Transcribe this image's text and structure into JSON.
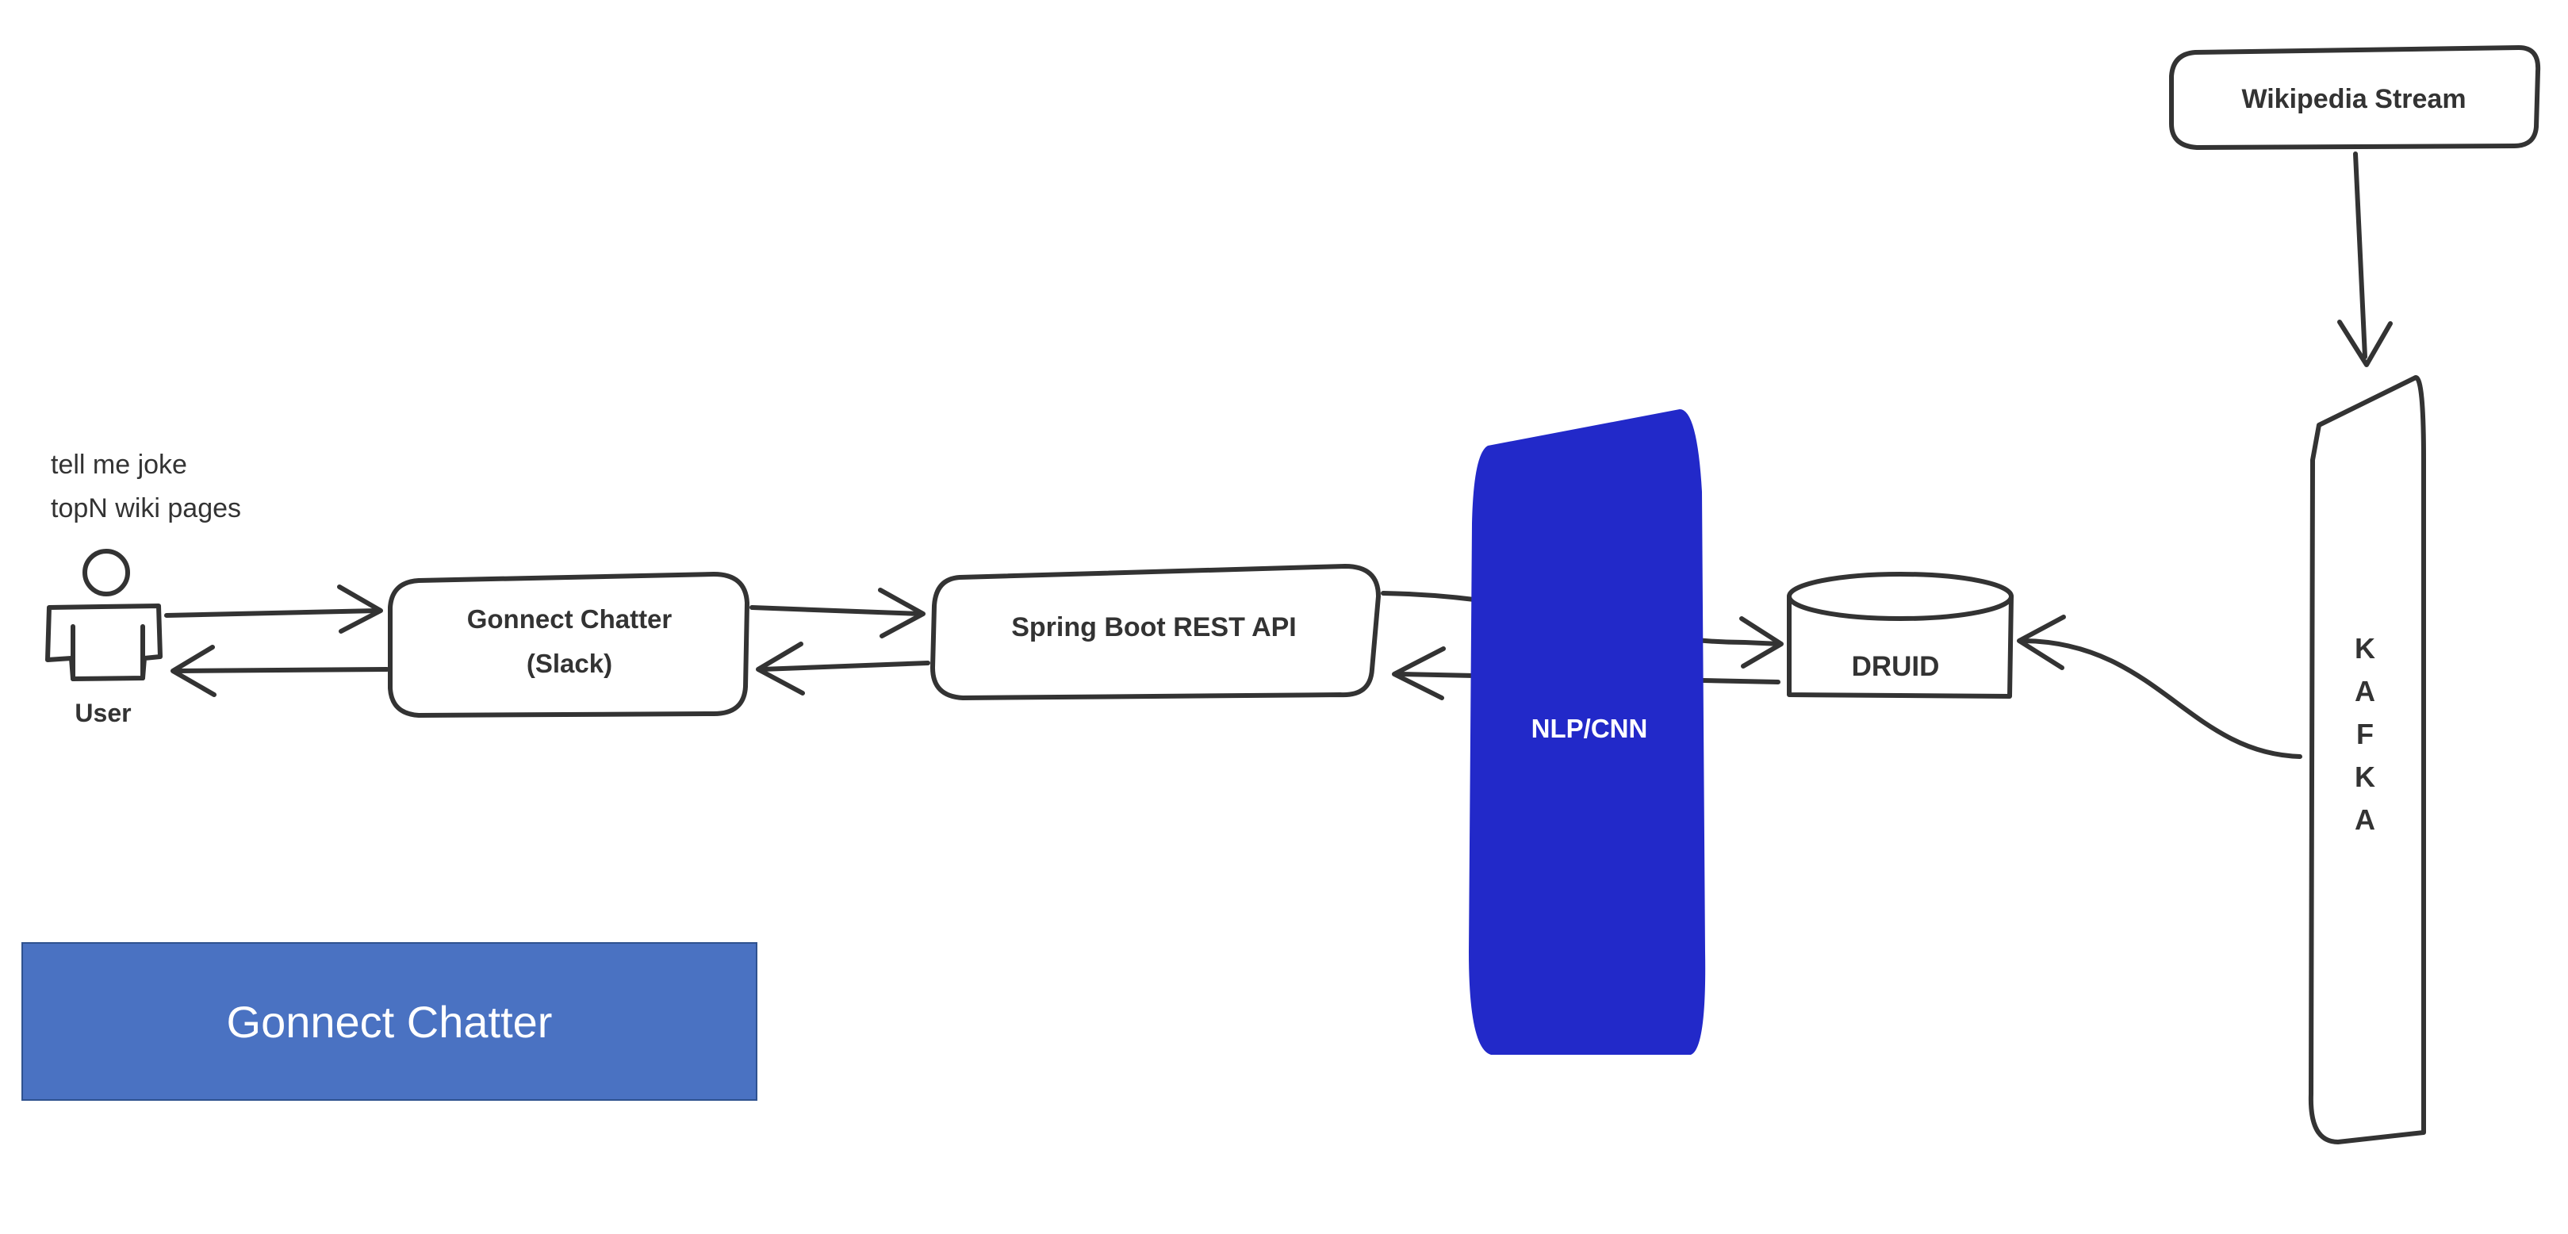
{
  "diagram": {
    "prompt_lines": [
      "tell me joke",
      "topN wiki pages"
    ],
    "user_label": "User",
    "chatter_label_1": "Gonnect Chatter",
    "chatter_label_2": "(Slack)",
    "api_label": "Spring Boot REST API",
    "nlp_label": "NLP/CNN",
    "druid_label": "DRUID",
    "wiki_label": "Wikipedia Stream",
    "kafka_letters": [
      "K",
      "A",
      "F",
      "K",
      "A"
    ],
    "banner_label": "Gonnect Chatter"
  },
  "colors": {
    "ink": "#333333",
    "nlp_fill": "#2229c9",
    "banner_fill": "#4a72c2",
    "banner_border": "#2f528f"
  }
}
